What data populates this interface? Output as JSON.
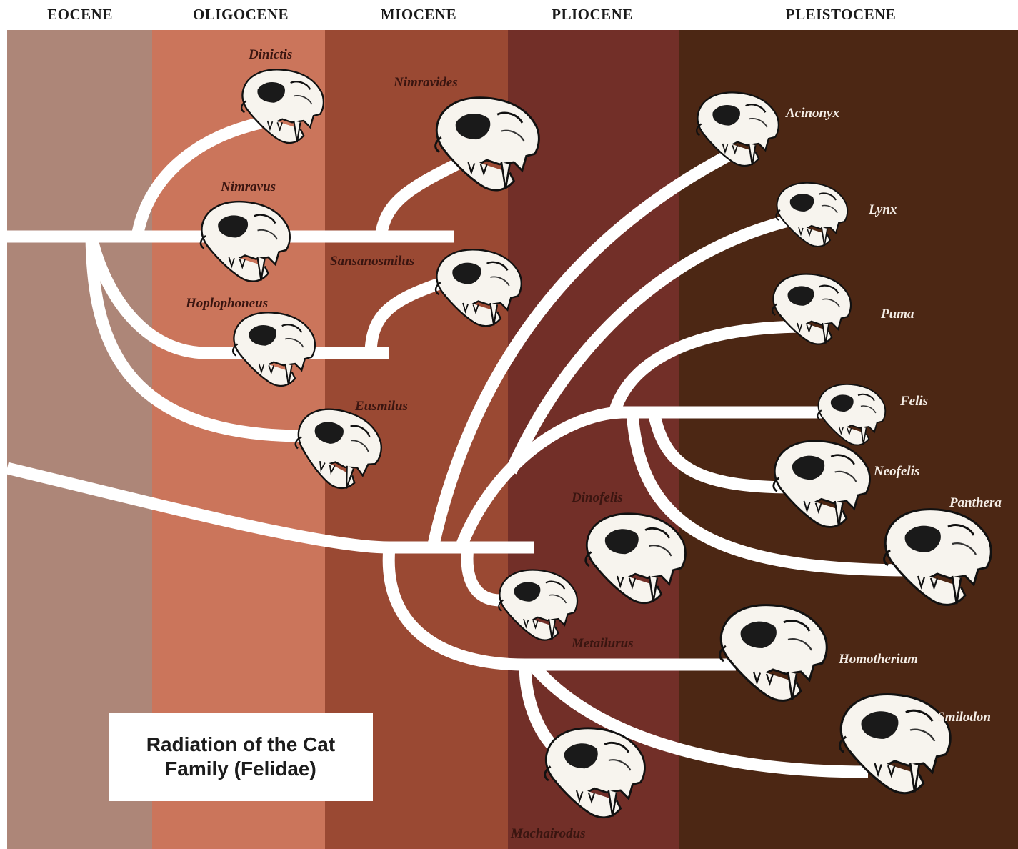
{
  "epochs": [
    {
      "name": "EOCENE",
      "color": "#ad8678"
    },
    {
      "name": "OLIGOCENE",
      "color": "#cb755b"
    },
    {
      "name": "MIOCENE",
      "color": "#9a4933"
    },
    {
      "name": "PLIOCENE",
      "color": "#722f28"
    },
    {
      "name": "PLEISTOCENE",
      "color": "#4c2714"
    }
  ],
  "taxa": {
    "dinictis": "Dinictis",
    "nimravus": "Nimravus",
    "hoplophoneus": "Hoplophoneus",
    "nimravides": "Nimravides",
    "sansanosmilus": "Sansanosmilus",
    "eusmilus": "Eusmilus",
    "acinonyx": "Acinonyx",
    "lynx": "Lynx",
    "puma": "Puma",
    "felis": "Felis",
    "neofelis": "Neofelis",
    "panthera": "Panthera",
    "dinofelis": "Dinofelis",
    "metailurus": "Metailurus",
    "homotherium": "Homotherium",
    "smilodon": "Smilodon",
    "machairodus": "Machairodus"
  },
  "title": "Radiation of the Cat\nFamily (Felidae)",
  "icons": {
    "skull": "cat-skull-icon"
  }
}
